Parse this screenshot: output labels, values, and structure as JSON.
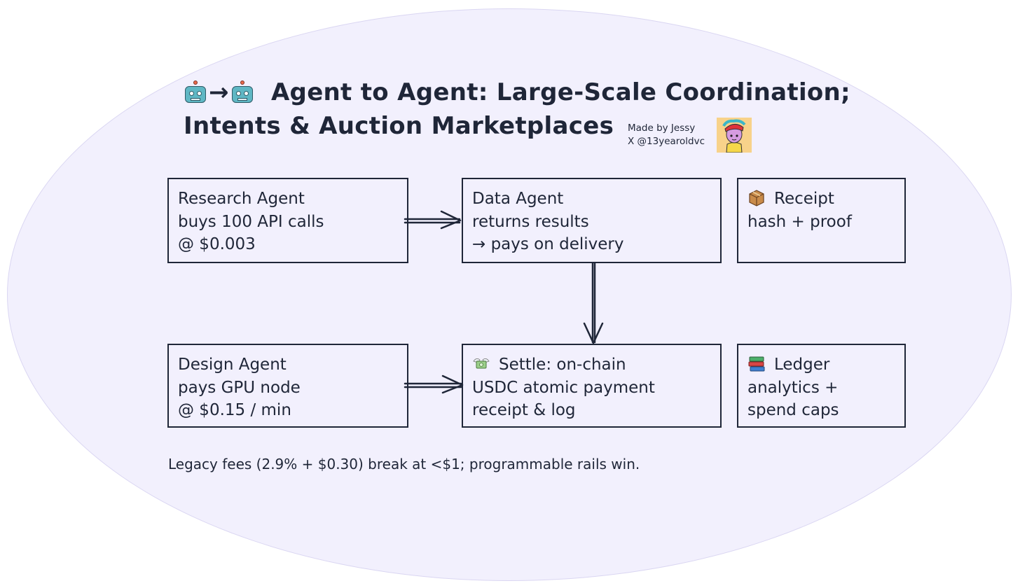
{
  "title": {
    "line1": "Agent to Agent: Large-Scale Coordination;",
    "line2": "Intents & Auction Marketplaces",
    "arrow": "→"
  },
  "credit": {
    "line1": "Made by Jessy",
    "line2": "X @13yearoldvc"
  },
  "boxes": {
    "research": {
      "lines": [
        "Research Agent",
        "buys 100 API calls",
        "@ $0.003"
      ]
    },
    "data": {
      "lines": [
        "Data Agent",
        "returns results",
        "→ pays on delivery"
      ]
    },
    "receipt": {
      "icon": "package-icon",
      "lines": [
        "Receipt",
        "hash + proof"
      ]
    },
    "design": {
      "lines": [
        "Design Agent",
        "pays GPU node",
        "@ $0.15 / min"
      ]
    },
    "settle": {
      "icon": "money-with-wings-icon",
      "lines": [
        "Settle: on-chain",
        "USDC atomic payment",
        "receipt & log"
      ]
    },
    "ledger": {
      "icon": "books-icon",
      "lines": [
        "Ledger",
        "analytics +",
        "spend caps"
      ]
    }
  },
  "footer": "Legacy fees (2.9% + $0.30) break at <$1; programmable rails win.",
  "colors": {
    "background": "#f2f0fd",
    "ink": "#1f2638",
    "robot": "#5fb7c4",
    "avatar_bg": "#f8d28a"
  }
}
